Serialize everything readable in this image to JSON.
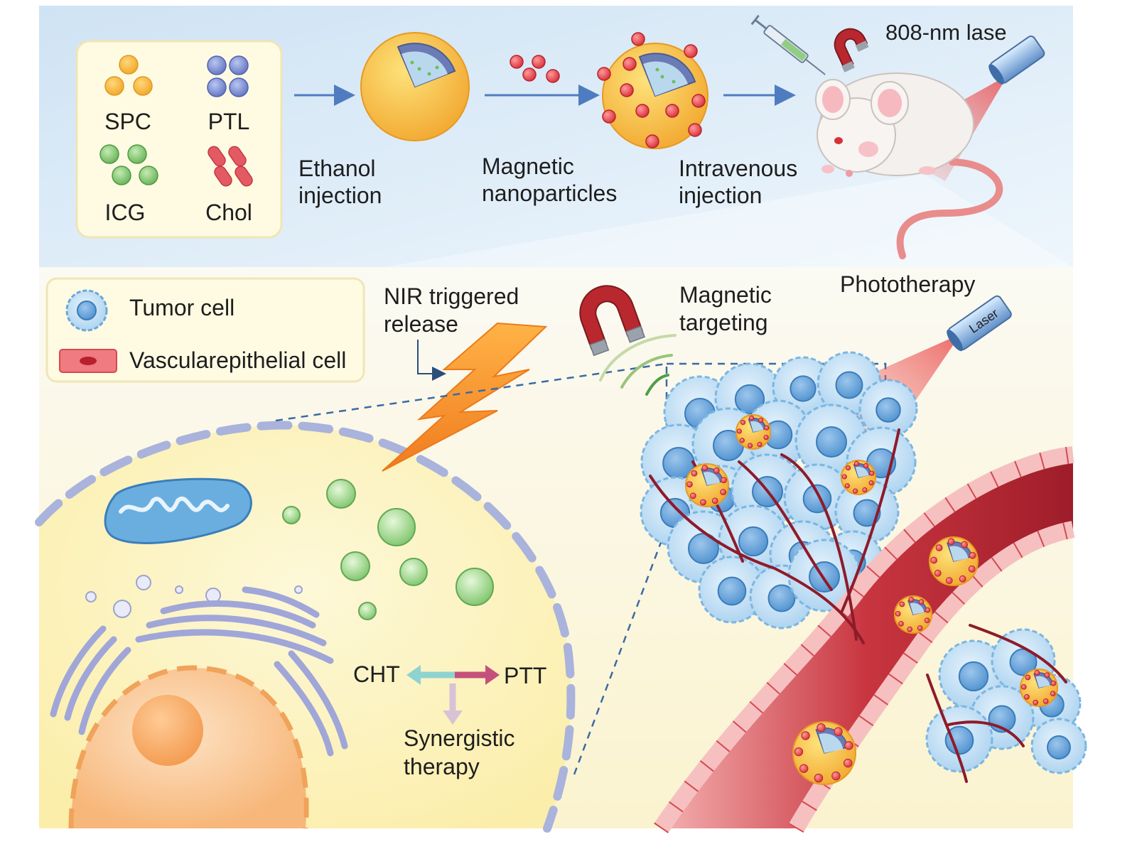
{
  "top_panel": {
    "components": [
      {
        "label": "SPC",
        "color": "#f5b731"
      },
      {
        "label": "PTL",
        "color": "#6f85c9"
      },
      {
        "label": "ICG",
        "color": "#7cc46a"
      },
      {
        "label": "Chol",
        "color": "#e0505a"
      }
    ],
    "steps": {
      "ethanol": [
        "Ethanol",
        "injection"
      ],
      "magnetic_np": [
        "Magnetic",
        "nanoparticles"
      ],
      "intravenous": [
        "Intravenous",
        "injection"
      ]
    },
    "laser_label": "808-nm lase"
  },
  "legend": {
    "tumor_cell": "Tumor cell",
    "vascular_cell": "Vascularepithelial cell"
  },
  "bottom_panel": {
    "nir": [
      "NIR triggered",
      "release"
    ],
    "magnetic_targeting": [
      "Magnetic",
      "targeting"
    ],
    "phototherapy": "Phototherapy",
    "laser_device": "Laser",
    "cht": "CHT",
    "ptt": "PTT",
    "synergy": [
      "Synergistic",
      "therapy"
    ]
  },
  "colors": {
    "top_bg": "#e3eff9",
    "bottom_bg": "#fdf7dc",
    "tumor_blue": "#a9d3f0",
    "vessel_red": "#c8353f",
    "nanoparticle_yellow": "#f7c23f",
    "arrow_blue": "#5b86c5"
  }
}
